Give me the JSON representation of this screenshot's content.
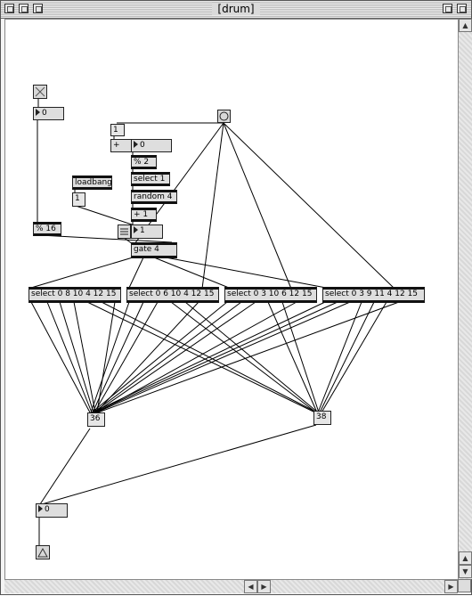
{
  "window": {
    "title": "[drum]"
  },
  "patch": {
    "toggle_number_value": "0",
    "msg_one": "1",
    "plus_label": "+",
    "plus_number_value": "0",
    "mod2": "% 2",
    "select1": "select 1",
    "loadbang": "loadbang",
    "loadbang_msg": "1",
    "random4": "random 4",
    "plus1": "+ 1",
    "one_number_value": "1",
    "mod16": "% 16",
    "gate4": "gate 4",
    "selects": [
      "select 0 8 10 4 12 15",
      "select 0 6 10 4 12 15",
      "select 0 3 10 6 12 15",
      "select 0 3 9 11 4 12 15"
    ],
    "note36": "36",
    "note38": "38",
    "out_number_value": "0"
  }
}
